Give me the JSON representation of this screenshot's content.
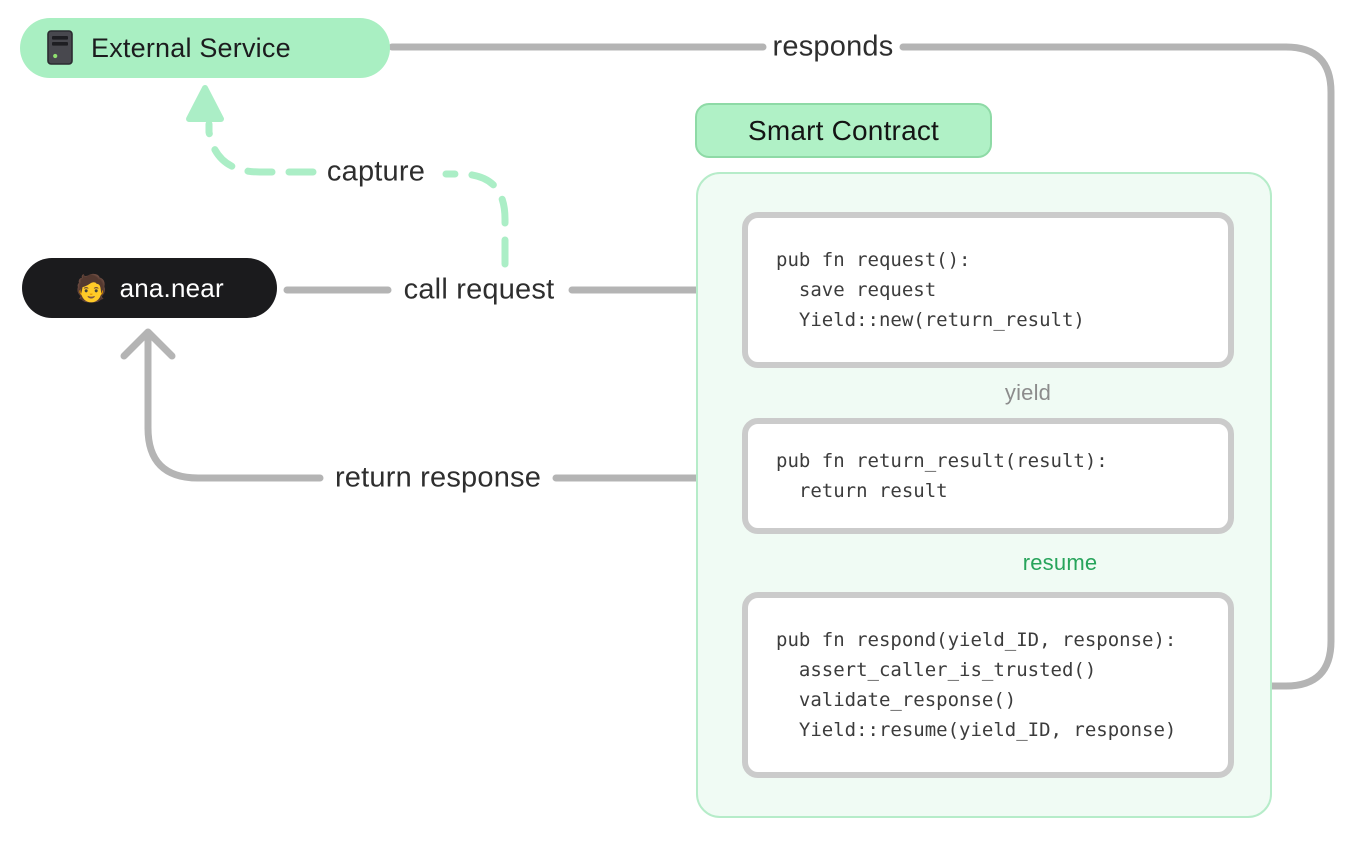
{
  "external_service": {
    "label": "External Service",
    "icon": "server-tower-icon"
  },
  "user": {
    "label": "ana.near",
    "icon_emoji": "🧑"
  },
  "smart_contract": {
    "title": "Smart Contract",
    "boxes": [
      {
        "name": "request-fn",
        "lines": [
          "pub fn request():",
          "  save request",
          "  Yield::new(return_result)"
        ]
      },
      {
        "name": "return-result-fn",
        "lines": [
          "pub fn return_result(result):",
          "  return result"
        ]
      },
      {
        "name": "respond-fn",
        "lines": [
          "pub fn respond(yield_ID, response):",
          "  assert_caller_is_trusted()",
          "  validate_response()",
          "  Yield::resume(yield_ID, response)"
        ]
      }
    ]
  },
  "arrows": {
    "responds": "responds",
    "capture": "capture",
    "call_request": "call request",
    "return_response": "return response",
    "yield": "yield",
    "resume": "resume"
  },
  "colors": {
    "pill_green": "#a9efc2",
    "title_green_border": "#8edaa6",
    "container_fill": "#f0fbf4",
    "container_border": "#b6ecc9",
    "mint_arrow": "#abeec6",
    "gray_arrow": "#b4b4b4",
    "light_gray_dash": "#dfdfdf",
    "code_border": "#cbcbcb",
    "code_text": "#3c3c3c",
    "resume_text_green": "#27a45b",
    "user_pill_black": "#1b1b1d"
  }
}
